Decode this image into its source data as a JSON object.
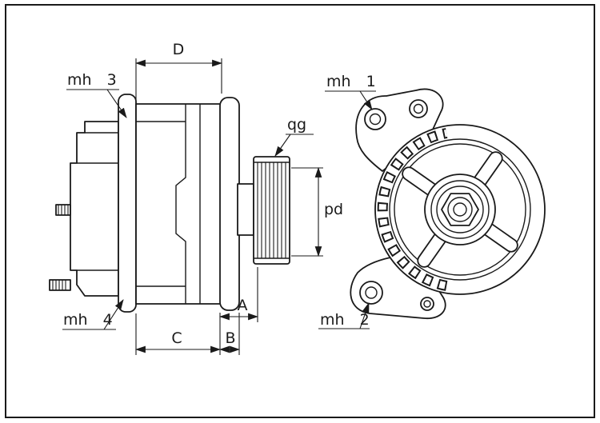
{
  "colors": {
    "line": "#1a1a1a",
    "background": "#ffffff"
  },
  "side_view": {
    "dimensions": {
      "d": "D",
      "c": "C",
      "b": "B",
      "a": "A",
      "pulley_diameter": "pd",
      "groove": "qg"
    },
    "callouts": {
      "mh3": "mh 3",
      "mh4": "mh 4"
    }
  },
  "front_view": {
    "callouts": {
      "mh1": "mh 1",
      "mh2": "mh 2"
    }
  }
}
